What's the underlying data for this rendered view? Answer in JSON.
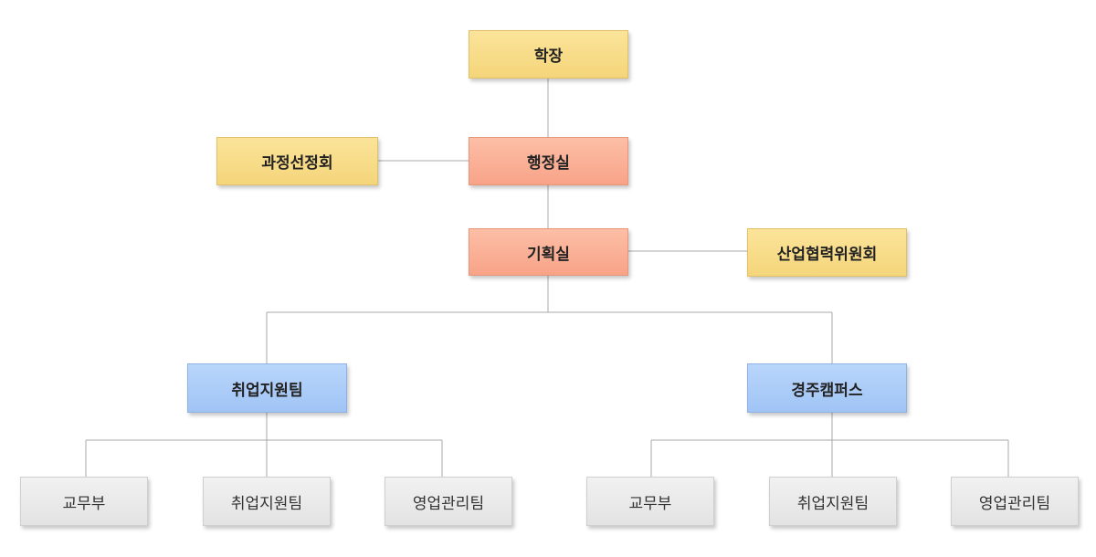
{
  "nodes": {
    "president": "학장",
    "admin_office": "행정실",
    "course_committee": "과정선정회",
    "planning_office": "기획실",
    "industry_committee": "산업협력위원회",
    "employment_team": "취업지원팀",
    "gyeongju_campus": "경주캠퍼스",
    "left_academic": "교무부",
    "left_employment": "취업지원팀",
    "left_sales": "영업관리팀",
    "right_academic": "교무부",
    "right_employment": "취업지원팀",
    "right_sales": "영업관리팀"
  },
  "colors": {
    "yellow": "#f4d57a",
    "salmon": "#f8a388",
    "blue": "#a0c4f5",
    "gray": "#e3e3e3",
    "line": "#a9a9a9"
  }
}
